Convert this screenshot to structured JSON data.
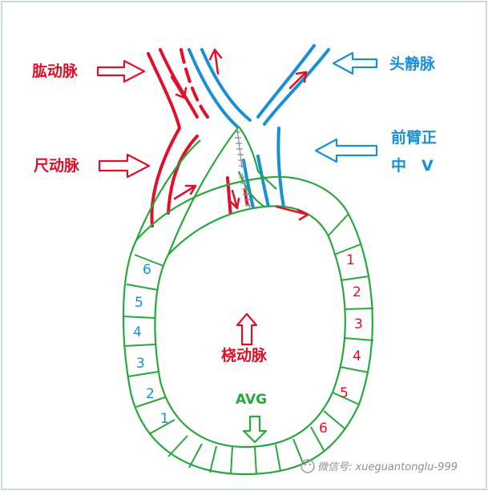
{
  "labels": {
    "brachial_artery": "肱动脉",
    "ulnar_artery": "尺动脉",
    "cephalic_vein": "头静脉",
    "median_antebrachial_line1": "前臂正",
    "median_antebrachial_line2": "中　V",
    "radial_artery": "桡动脉",
    "avg": "AVG",
    "watermark": "微信号: xueguantonglu-999"
  },
  "segments": {
    "venous_side": [
      "1",
      "2",
      "3",
      "4",
      "5",
      "6"
    ],
    "arterial_side": [
      "1",
      "2",
      "3",
      "4",
      "5",
      "6"
    ]
  },
  "colors": {
    "artery": "#e0102a",
    "vein": "#1a8fd6",
    "graft": "#28a83c",
    "suture": "#8a8a8a",
    "frame": "#c9d6e6"
  }
}
